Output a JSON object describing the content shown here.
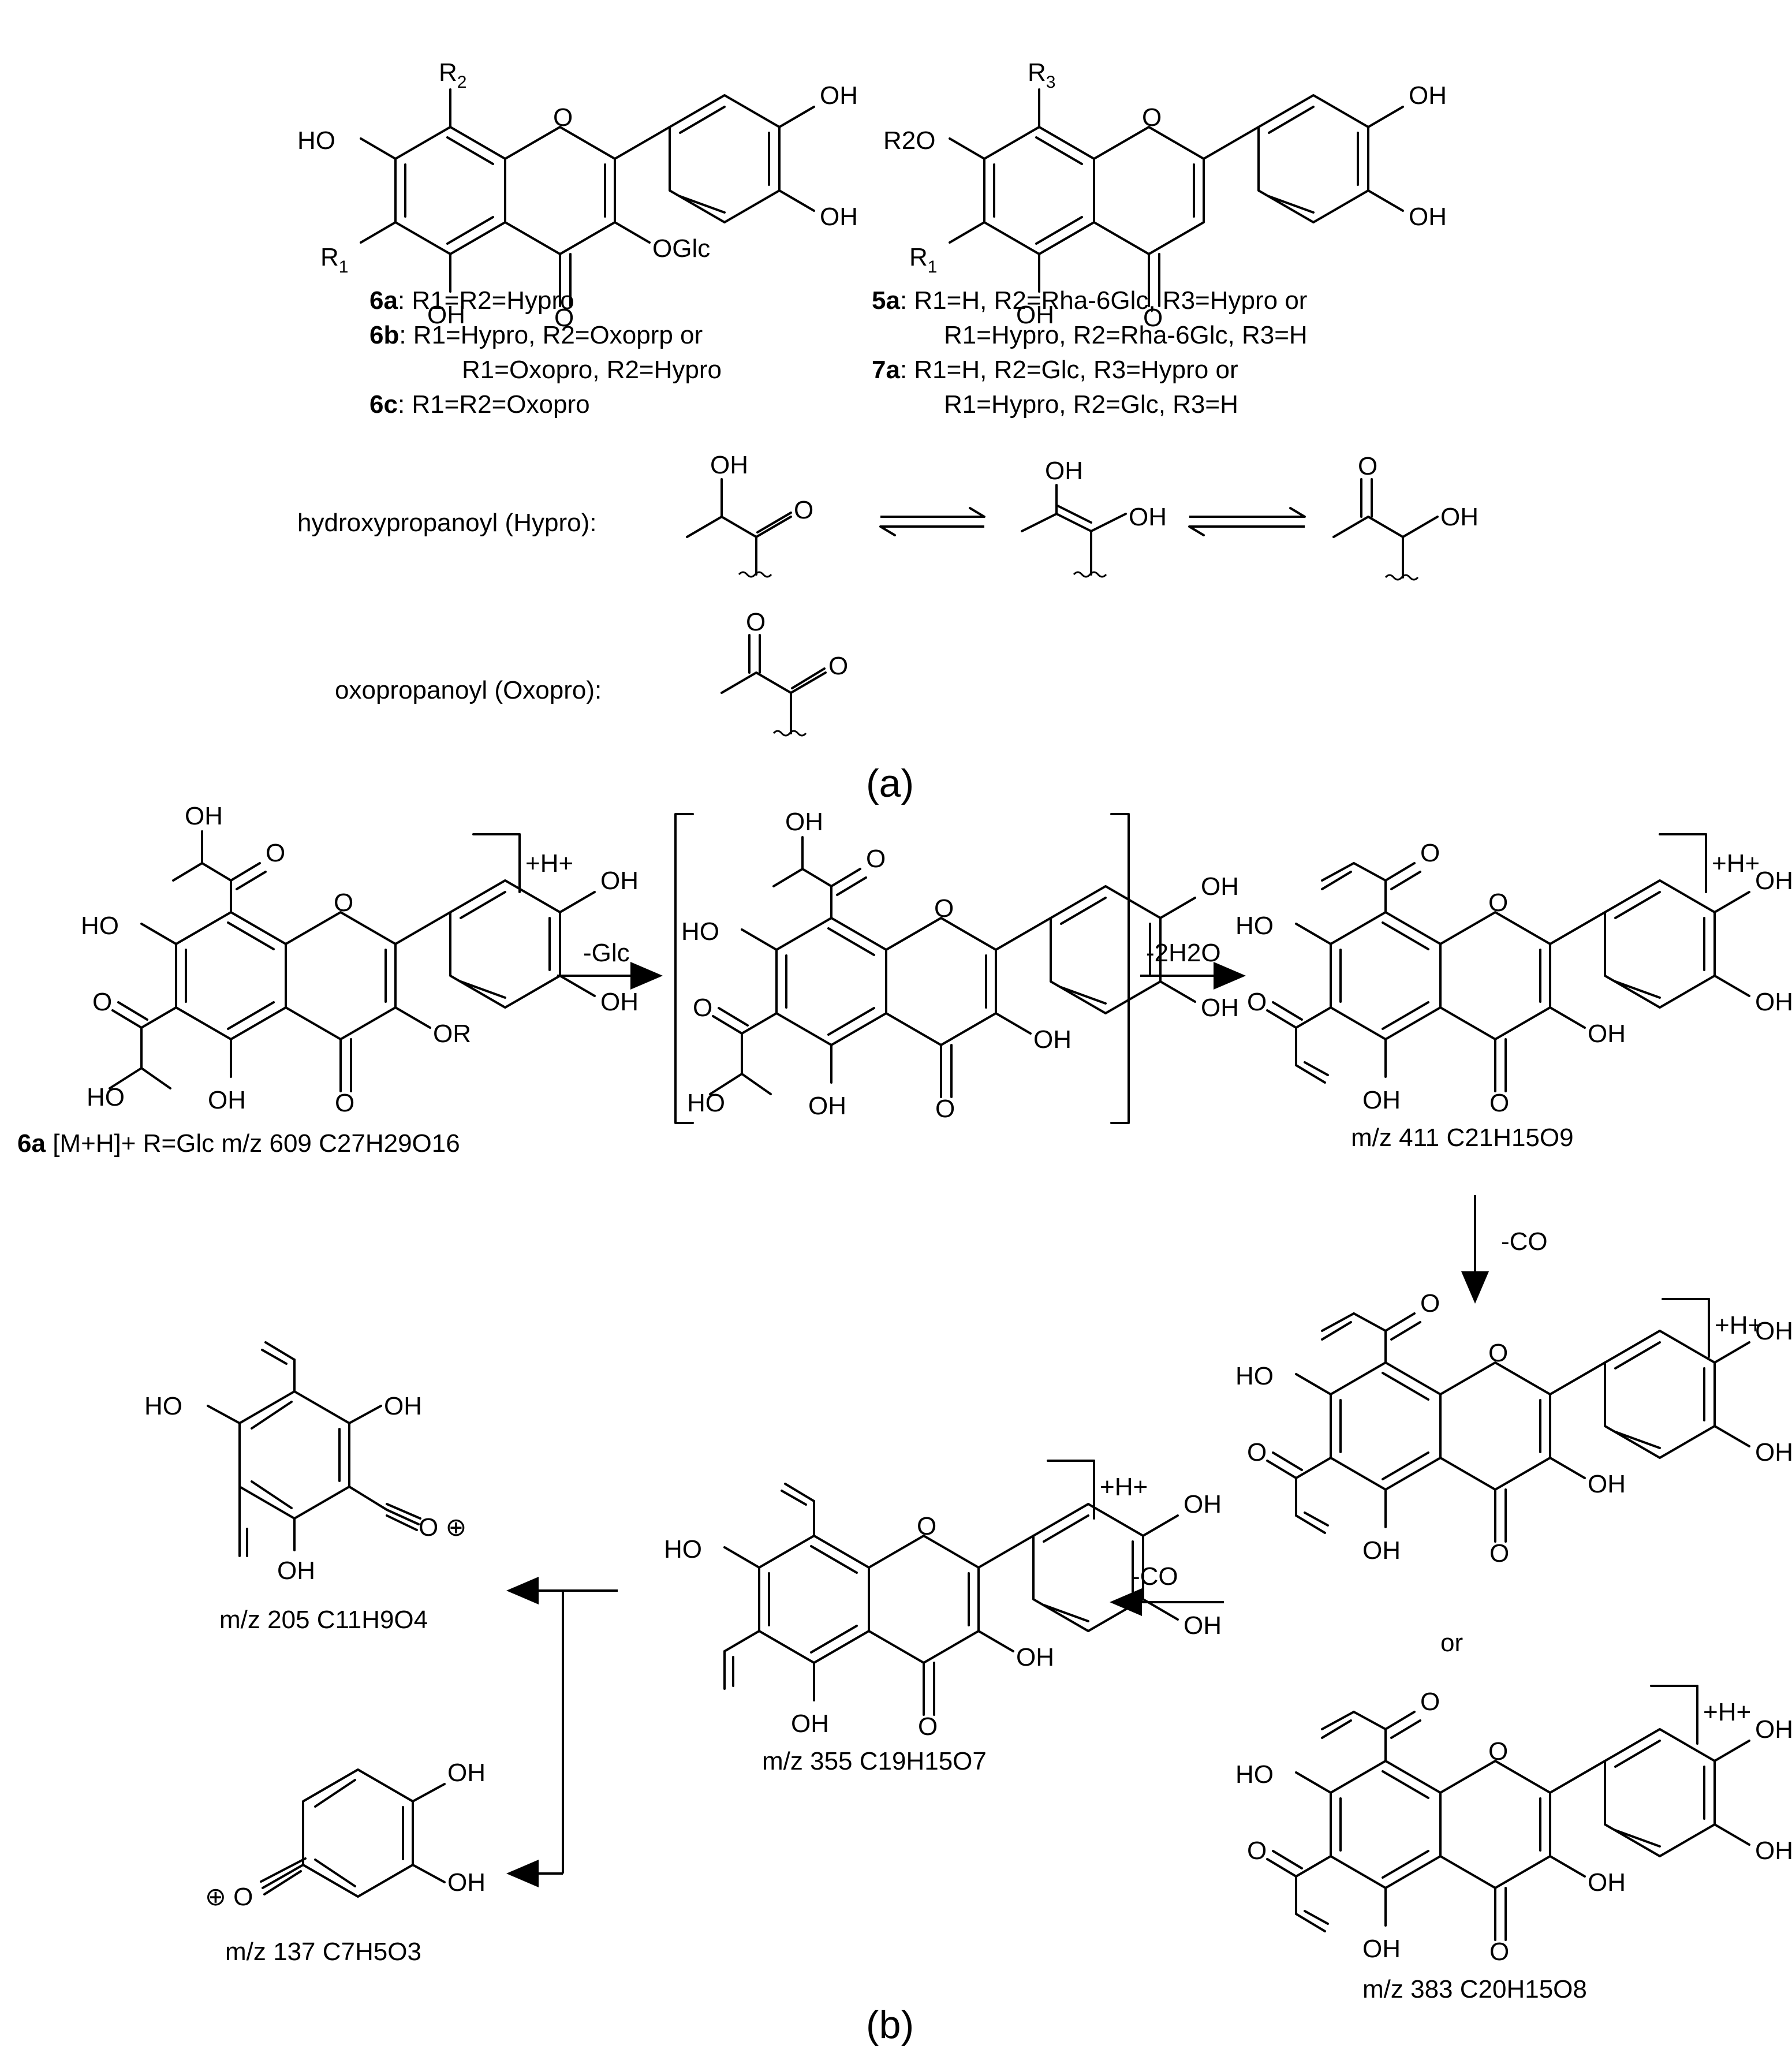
{
  "part_a": {
    "label": "(a)",
    "compound_left": {
      "substituents": {
        "r2": "R",
        "r2_sub": "2",
        "r1": "R",
        "r1_sub": "1",
        "glc": "OGlc",
        "oh": "OH",
        "ho": "HO",
        "o": "O"
      },
      "definitions": [
        {
          "id": "6a",
          "text": ": R1=R2=Hypro"
        },
        {
          "id": "6b",
          "text": ": R1=Hypro, R2=Oxoprp or"
        },
        {
          "id": "",
          "text": "R1=Oxopro, R2=Hypro"
        },
        {
          "id": "6c",
          "text": ": R1=R2=Oxopro"
        }
      ]
    },
    "compound_right": {
      "substituents": {
        "r3": "R",
        "r3_sub": "3",
        "r2o": "R2O",
        "r1": "R",
        "r1_sub": "1",
        "oh": "OH",
        "o": "O"
      },
      "definitions": [
        {
          "id": "5a",
          "text": ": R1=H, R2=Rha-6Glc, R3=Hypro or"
        },
        {
          "id": "",
          "text": "R1=Hypro, R2=Rha-6Glc, R3=H"
        },
        {
          "id": "7a",
          "text": ": R1=H, R2=Glc, R3=Hypro or"
        },
        {
          "id": "",
          "text": "R1=Hypro, R2=Glc, R3=H"
        }
      ]
    },
    "hypro_label": "hydroxypropanoyl  (Hypro):",
    "oxopro_label": "oxopropanoyl (Oxopro):"
  },
  "part_b": {
    "label": "(b)",
    "start": {
      "id": "6a",
      "caption": "[M+H]+  R=Glc  m/z 609 C27H29O16",
      "charge": "+H+",
      "or_label": "OR"
    },
    "step1_label": "-Glc",
    "step2_label": "-2H2O",
    "step3_label": "-CO",
    "step4_label": "-CO",
    "ion411": {
      "caption": "m/z 411 C21H15O9",
      "charge": "+H+"
    },
    "ion411b": {
      "charge": "+H+"
    },
    "or_word": "or",
    "ion383": {
      "caption": "m/z 383 C20H15O8",
      "charge": "+H+"
    },
    "ion355": {
      "caption": "m/z 355 C19H15O7",
      "charge": "+H+"
    },
    "ion205": {
      "caption": "m/z 205 C11H9O4"
    },
    "ion137": {
      "caption": "m/z 137 C7H5O3"
    }
  }
}
